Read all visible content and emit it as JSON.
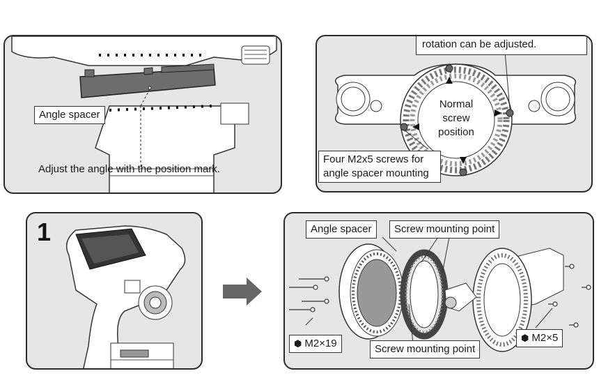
{
  "colors": {
    "panel_bg": "#e6e6e6",
    "border": "#2b2b2b",
    "spacer_dark": "#6d6d6d",
    "arrow": "#666666"
  },
  "top_left": {
    "angle_spacer_label": "Angle spacer",
    "instruction": "Adjust the angle with the position mark."
  },
  "top_right": {
    "apa_note": "APA uses the outside holes. The mounting angle in the direction of rotation can be adjusted.",
    "normal_position": "Normal screw position",
    "screws_note": "Four M2x5 screws for angle spacer mounting"
  },
  "step": {
    "number": "1"
  },
  "bottom_right": {
    "angle_spacer_label": "Angle spacer",
    "screw_point_top": "Screw mounting point",
    "screw_point_bottom": "Screw mounting point",
    "screw_m2x19": "M2×19",
    "screw_m2x5": "M2×5"
  },
  "icons": [
    "hex-screw-icon",
    "right-arrow-icon"
  ]
}
